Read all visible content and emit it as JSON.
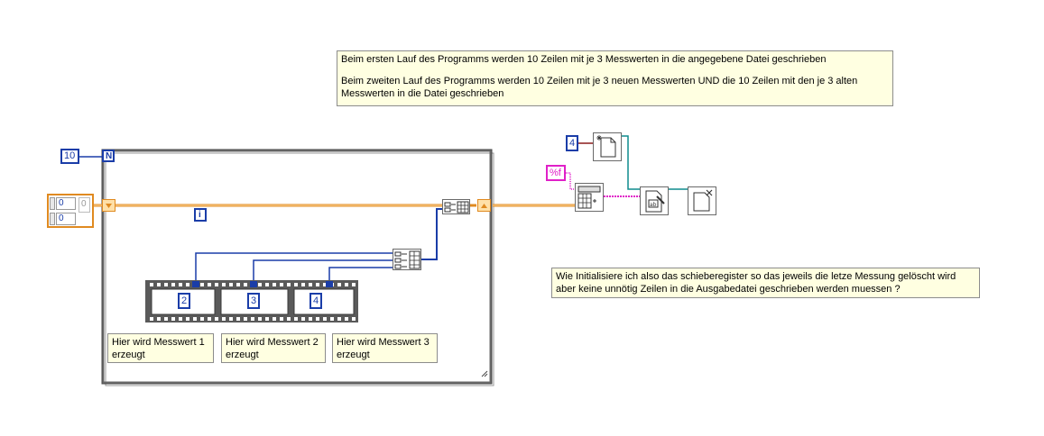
{
  "notes": {
    "top_line1": "Beim ersten Lauf des Programms werden 10 Zeilen mit je 3 Messwerten in die angegebene Datei geschrieben",
    "top_line2": "Beim zweiten Lauf des Programms werden 10 Zeilen mit je 3 neuen Messwerten UND die 10 Zeilen mit den je 3 alten",
    "top_line3": "Messwerten in die Datei geschrieben",
    "question_line1": "Wie Initialisiere ich also das schieberegister so das jeweils die letze Messung gelöscht wird",
    "question_line2": "aber keine unnötig Zeilen in die Ausgabedatei geschrieben werden muessen ?",
    "mw1_line1": "Hier wird Messwert 1",
    "mw1_line2": "erzeugt",
    "mw2_line1": "Hier wird Messwert 2",
    "mw2_line2": "erzeugt",
    "mw3_line1": "Hier wird Messwert 3",
    "mw3_line2": "erzeugt"
  },
  "constants": {
    "loop_count": "10",
    "loop_N": "N",
    "loop_i": "i",
    "frame_1": "2",
    "frame_2": "3",
    "frame_3": "4",
    "file_const": "4",
    "format_string": "%f",
    "array_index_1": "0",
    "array_index_2": "0",
    "array_value": "0"
  },
  "colors": {
    "integer_wire": "#1a3da8",
    "array_wire": "#e08a20",
    "string_wire": "#e020c8",
    "refnum_wire": "#0f8b8d"
  }
}
